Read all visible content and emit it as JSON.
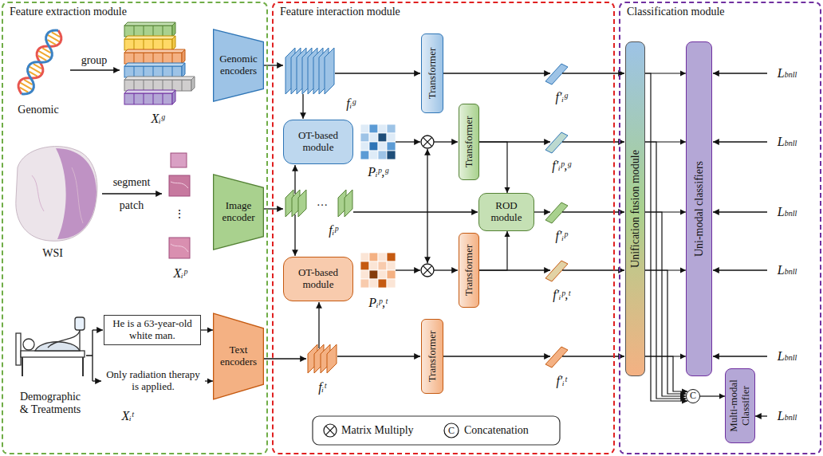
{
  "diagram": {
    "nodes": [
      {
        "text": [
          "Feature extraction module"
        ]
      },
      {
        "text": [
          "Genomic encoders"
        ],
        "in": 0
      },
      {
        "text": [
          "Image encoder"
        ],
        "in": 0
      },
      {
        "text": [
          "He is a 63-year-old white man."
        ],
        "in": 0
      },
      {
        "text": [
          "Only radiation therapy is applied."
        ],
        "in": 0
      },
      {
        "text": [
          "Text encoders"
        ],
        "in": 0
      },
      {
        "text": [
          "Feature interaction module"
        ]
      },
      {
        "text": [
          "Transformer"
        ],
        "in": 6
      },
      {
        "text": [
          "OT-based module"
        ],
        "in": 6
      },
      {
        "text": [
          "Transformer"
        ],
        "in": 6
      },
      {
        "text": [
          "ROD module"
        ],
        "in": 6
      },
      {
        "text": [
          "OT-based module"
        ],
        "in": 6
      },
      {
        "text": [
          "Transformer"
        ],
        "in": 6
      },
      {
        "text": [
          "Transformer"
        ],
        "in": 6
      },
      {
        "text": [
          "Classification module"
        ]
      },
      {
        "text": [
          "Unification fusion module"
        ],
        "in": 14
      },
      {
        "text": [
          "Uni-modal classifiers"
        ],
        "in": 14
      },
      {
        "text": [
          "C"
        ],
        "in": 14
      },
      {
        "text": [
          "Multi-modal Classifier"
        ],
        "in": 14
      }
    ],
    "edges": [
      {
        "from": 3,
        "to": 5,
        "arrow": "to"
      },
      {
        "from": 4,
        "to": 5,
        "arrow": "to"
      },
      {
        "from": 9,
        "to": 10,
        "arrow": "to"
      },
      {
        "from": 12,
        "to": 10,
        "arrow": "to"
      },
      {
        "from": 15,
        "to": 16,
        "arrow": "to"
      },
      {
        "from": 15,
        "to": 16,
        "arrow": "to"
      },
      {
        "from": 15,
        "to": 16,
        "arrow": "to"
      },
      {
        "from": 15,
        "to": 16,
        "arrow": "to"
      },
      {
        "from": 15,
        "to": 16,
        "arrow": "to"
      },
      {
        "from": 15,
        "to": 17,
        "arrow": "to"
      },
      {
        "from": 15,
        "to": 17,
        "arrow": "to"
      },
      {
        "from": 15,
        "to": 17,
        "arrow": "to"
      },
      {
        "from": 15,
        "to": 17,
        "arrow": "to"
      },
      {
        "from": 15,
        "to": 17,
        "arrow": "to"
      },
      {
        "from": 17,
        "to": 18,
        "arrow": "to"
      }
    ],
    "labels": [
      "group",
      "Genomic",
      "Xᵢᵍ",
      "segment",
      "patch",
      "WSI",
      "⋮",
      "Xᵢᵖ",
      "Demographic & Treatments",
      "Xᵢᵗ",
      "fᵢᵍ",
      "f′ᵢᵍ",
      "Pᵢᵖ,ᵍ",
      "f′ᵢᵖ,ᵍ",
      "…",
      "fᵢᵖ",
      "f′ᵢᵖ",
      "Pᵢᵖ,ᵗ",
      "f′ᵢᵖ,ᵗ",
      "fᵢᵗ",
      "f′ᵢᵗ",
      "C",
      "Lbnll",
      "Lbnll",
      "Lbnll",
      "Lbnll",
      "Lbnll",
      "Lbnll"
    ],
    "legend": [
      {
        "text": "Matrix Multiply"
      },
      {
        "text": "Concatenation"
      }
    ]
  }
}
